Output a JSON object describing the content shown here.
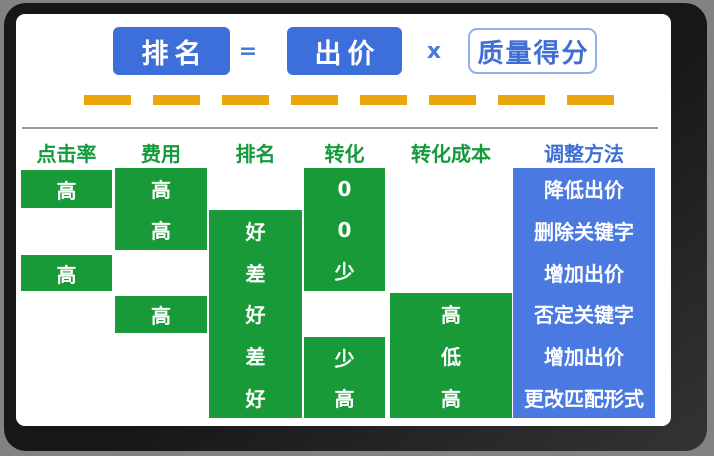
{
  "formula": {
    "rank_label": "排名",
    "equals_sign": "=",
    "bid_label": "出价",
    "multiply_sign": "x",
    "quality_label": "质量得分"
  },
  "colors": {
    "green": "#189a38",
    "formula_blue": "#3c6fd9",
    "method_blue": "#4a79e2",
    "dash_orange": "#e9a70d",
    "header_green": "#149a3c",
    "header_blue": "#3f6fd6"
  },
  "table": {
    "headers": [
      "点击率",
      "费用",
      "排名",
      "转化",
      "转化成本",
      "调整方法"
    ],
    "clickrate": {
      "r1": "高",
      "r3": "高"
    },
    "cost": {
      "r1": "高",
      "r2": "高",
      "r4": "高"
    },
    "rank": {
      "r2": "好",
      "r3": "差",
      "r4": "好",
      "r5": "差",
      "r6": "好"
    },
    "conversion": {
      "r1": "0",
      "r2": "0",
      "r3": "少",
      "r5": "少",
      "r6": "高"
    },
    "conv_cost": {
      "r4": "高",
      "r5": "低",
      "r6": "高"
    },
    "method": {
      "r1": "降低出价",
      "r2": "删除关键字",
      "r3": "增加出价",
      "r4": "否定关键字",
      "r5": "增加出价",
      "r6": "更改匹配形式"
    }
  }
}
